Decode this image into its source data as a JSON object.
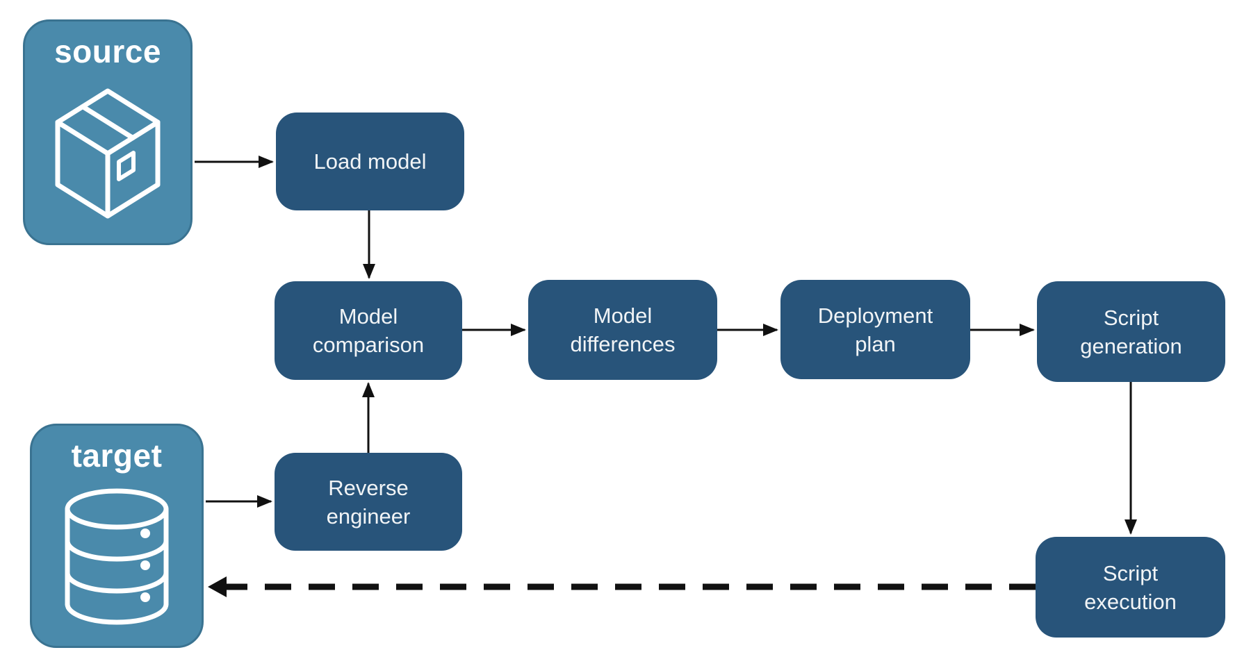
{
  "diagram": {
    "source_container": {
      "label": "source",
      "icon": "package-icon"
    },
    "target_container": {
      "label": "target",
      "icon": "database-icon"
    },
    "nodes": {
      "load_model": {
        "label": "Load model"
      },
      "model_comparison": {
        "label": "Model comparison"
      },
      "model_differences": {
        "label": "Model differences"
      },
      "deployment_plan": {
        "label": "Deployment plan"
      },
      "script_generation": {
        "label": "Script generation"
      },
      "reverse_engineer": {
        "label": "Reverse engineer"
      },
      "script_execution": {
        "label": "Script execution"
      }
    },
    "edges": [
      {
        "from": "source",
        "to": "load_model",
        "style": "solid"
      },
      {
        "from": "load_model",
        "to": "model_comparison",
        "style": "solid"
      },
      {
        "from": "target",
        "to": "reverse_engineer",
        "style": "solid"
      },
      {
        "from": "reverse_engineer",
        "to": "model_comparison",
        "style": "solid"
      },
      {
        "from": "model_comparison",
        "to": "model_differences",
        "style": "solid"
      },
      {
        "from": "model_differences",
        "to": "deployment_plan",
        "style": "solid"
      },
      {
        "from": "deployment_plan",
        "to": "script_generation",
        "style": "solid"
      },
      {
        "from": "script_generation",
        "to": "script_execution",
        "style": "solid"
      },
      {
        "from": "script_execution",
        "to": "target",
        "style": "dashed"
      }
    ],
    "colors": {
      "background": "#FFFFFF",
      "node_fill": "#28547A",
      "node_text": "#F1F4F6",
      "container_fill": "#4A8AAB",
      "container_border": "#3A7391",
      "container_text": "#FFFFFF",
      "arrow": "#111111"
    }
  }
}
